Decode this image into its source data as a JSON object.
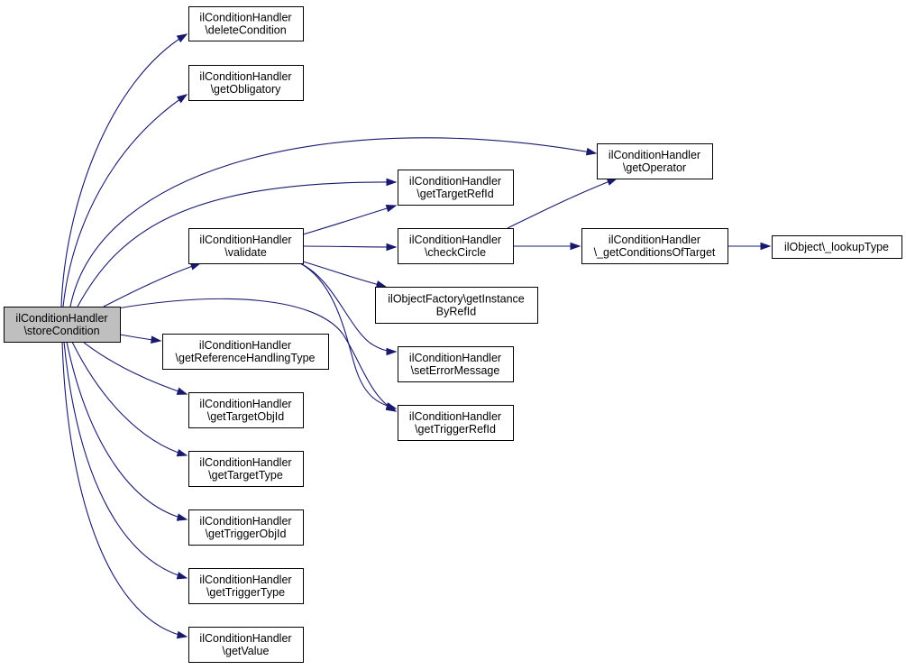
{
  "diagram": {
    "nodes": [
      {
        "id": "storeCondition",
        "lines": [
          "ilConditionHandler",
          "\\storeCondition"
        ],
        "highlighted": true
      },
      {
        "id": "deleteCondition",
        "lines": [
          "ilConditionHandler",
          "\\deleteCondition"
        ]
      },
      {
        "id": "getObligatory",
        "lines": [
          "ilConditionHandler",
          "\\getObligatory"
        ]
      },
      {
        "id": "validate",
        "lines": [
          "ilConditionHandler",
          "\\validate"
        ]
      },
      {
        "id": "getReferenceHandlingType",
        "lines": [
          "ilConditionHandler",
          "\\getReferenceHandlingType"
        ]
      },
      {
        "id": "getTargetObjId",
        "lines": [
          "ilConditionHandler",
          "\\getTargetObjId"
        ]
      },
      {
        "id": "getTargetType",
        "lines": [
          "ilConditionHandler",
          "\\getTargetType"
        ]
      },
      {
        "id": "getTriggerObjId",
        "lines": [
          "ilConditionHandler",
          "\\getTriggerObjId"
        ]
      },
      {
        "id": "getTriggerType",
        "lines": [
          "ilConditionHandler",
          "\\getTriggerType"
        ]
      },
      {
        "id": "getValue",
        "lines": [
          "ilConditionHandler",
          "\\getValue"
        ]
      },
      {
        "id": "getTargetRefId",
        "lines": [
          "ilConditionHandler",
          "\\getTargetRefId"
        ]
      },
      {
        "id": "checkCircle",
        "lines": [
          "ilConditionHandler",
          "\\checkCircle"
        ]
      },
      {
        "id": "getInstanceByRefId",
        "lines": [
          "ilObjectFactory\\getInstance",
          "ByRefId"
        ]
      },
      {
        "id": "setErrorMessage",
        "lines": [
          "ilConditionHandler",
          "\\setErrorMessage"
        ]
      },
      {
        "id": "getTriggerRefId",
        "lines": [
          "ilConditionHandler",
          "\\getTriggerRefId"
        ]
      },
      {
        "id": "getOperator",
        "lines": [
          "ilConditionHandler",
          "\\getOperator"
        ]
      },
      {
        "id": "getConditionsOfTarget",
        "lines": [
          "ilConditionHandler",
          "\\_getConditionsOfTarget"
        ]
      },
      {
        "id": "lookupType",
        "lines": [
          "ilObject\\_lookupType"
        ]
      }
    ],
    "edges": [
      {
        "from": "storeCondition",
        "to": "deleteCondition"
      },
      {
        "from": "storeCondition",
        "to": "getObligatory"
      },
      {
        "from": "storeCondition",
        "to": "getOperator"
      },
      {
        "from": "storeCondition",
        "to": "getTargetRefId"
      },
      {
        "from": "storeCondition",
        "to": "validate"
      },
      {
        "from": "storeCondition",
        "to": "getTriggerRefId"
      },
      {
        "from": "storeCondition",
        "to": "getReferenceHandlingType"
      },
      {
        "from": "storeCondition",
        "to": "getTargetObjId"
      },
      {
        "from": "storeCondition",
        "to": "getTargetType"
      },
      {
        "from": "storeCondition",
        "to": "getTriggerObjId"
      },
      {
        "from": "storeCondition",
        "to": "getTriggerType"
      },
      {
        "from": "storeCondition",
        "to": "getValue"
      },
      {
        "from": "validate",
        "to": "getTargetRefId"
      },
      {
        "from": "validate",
        "to": "checkCircle"
      },
      {
        "from": "validate",
        "to": "getInstanceByRefId"
      },
      {
        "from": "validate",
        "to": "setErrorMessage"
      },
      {
        "from": "validate",
        "to": "getTriggerRefId"
      },
      {
        "from": "checkCircle",
        "to": "getOperator"
      },
      {
        "from": "checkCircle",
        "to": "getConditionsOfTarget"
      },
      {
        "from": "getConditionsOfTarget",
        "to": "lookupType"
      }
    ]
  }
}
